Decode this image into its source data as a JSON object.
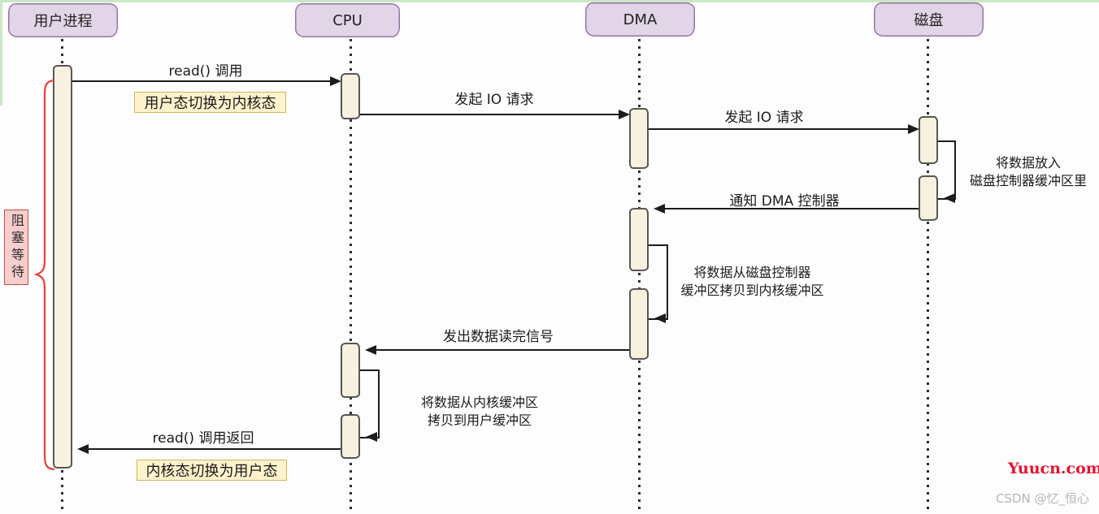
{
  "actors": {
    "user": "用户进程",
    "cpu": "CPU",
    "dma": "DMA",
    "disk": "磁盘"
  },
  "messages": {
    "read_call": "read() 调用",
    "io_request_cpu_dma": "发起 IO 请求",
    "io_request_dma_disk": "发起 IO 请求",
    "disk_loop_line1": "将数据放入",
    "disk_loop_line2": "磁盘控制器缓冲区里",
    "notify_dma": "通知 DMA 控制器",
    "dma_loop_line1": "将数据从磁盘控制器",
    "dma_loop_line2": "缓冲区拷贝到内核缓冲区",
    "data_done_signal": "发出数据读完信号",
    "cpu_loop_line1": "将数据从内核缓冲区",
    "cpu_loop_line2": "拷贝到用户缓冲区",
    "read_return": "read() 调用返回"
  },
  "notes": {
    "user_to_kernel": "用户态切换为内核态",
    "kernel_to_user": "内核态切换为用户态"
  },
  "annotations": {
    "blocking_wait": "阻塞等待"
  },
  "watermarks": {
    "site": "Yuucn.com",
    "author": "CSDN @忆_恒心"
  },
  "colors": {
    "actor_fill": "#e1d5e7",
    "actor_border": "#9673a6",
    "activation_fill": "#f6f2df",
    "activation_border": "#575757",
    "note_fill": "#fff2cc",
    "note_border": "#d6b656",
    "blocking_fill": "#f8cecc",
    "blocking_border": "#c0504d",
    "brace": "#e8453c",
    "arrow": "#1c1c1c",
    "watermark_site": "#e8112d",
    "watermark_author": "#b7b7b7"
  }
}
